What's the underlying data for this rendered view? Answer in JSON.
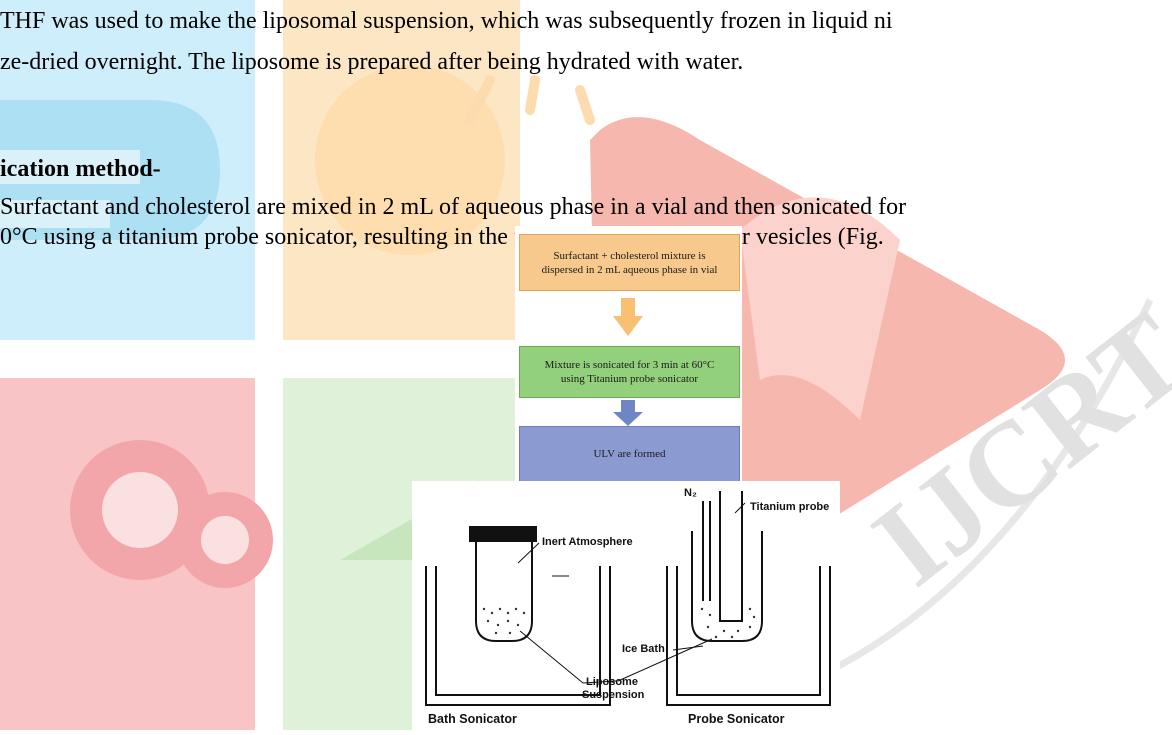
{
  "paragraph": {
    "line1": "THF was used to make the liposomal suspension, which was subsequently frozen in liquid ni",
    "line2": "ze-dried overnight. The liposome is prepared after being hydrated with water."
  },
  "section": {
    "heading": "ication method-",
    "line1": "Surfactant and cholesterol are mixed in 2 mL of aqueous phase in a vial and then sonicated for",
    "line2": "0°C using a titanium probe sonicator, resulting in the formation of unilamellar vesicles (Fig."
  },
  "flowchart": {
    "step1": [
      "Surfactant + cholesterol mixture is",
      "dispersed in 2 mL aqueous phase in vial"
    ],
    "step2": [
      "Mixture is sonicated for 3 min at 60°C",
      "using Titanium probe sonicator"
    ],
    "step3": [
      "ULV are formed"
    ]
  },
  "diagram": {
    "n2": "N₂",
    "titanium_probe": "Titanium probe",
    "inert_atmosphere": "Inert Atmosphere",
    "ice_bath": "Ice Bath",
    "liposome": "Liposome",
    "suspension": "Suspension",
    "bath_caption": "Bath Sonicator",
    "probe_caption": "Probe Sonicator"
  },
  "watermark": {
    "text": "IJCRT",
    "colors": {
      "blue": "#1fa8e0",
      "orange": "#f79a2a",
      "red": "#e5342a",
      "green": "#7cc46a"
    }
  }
}
